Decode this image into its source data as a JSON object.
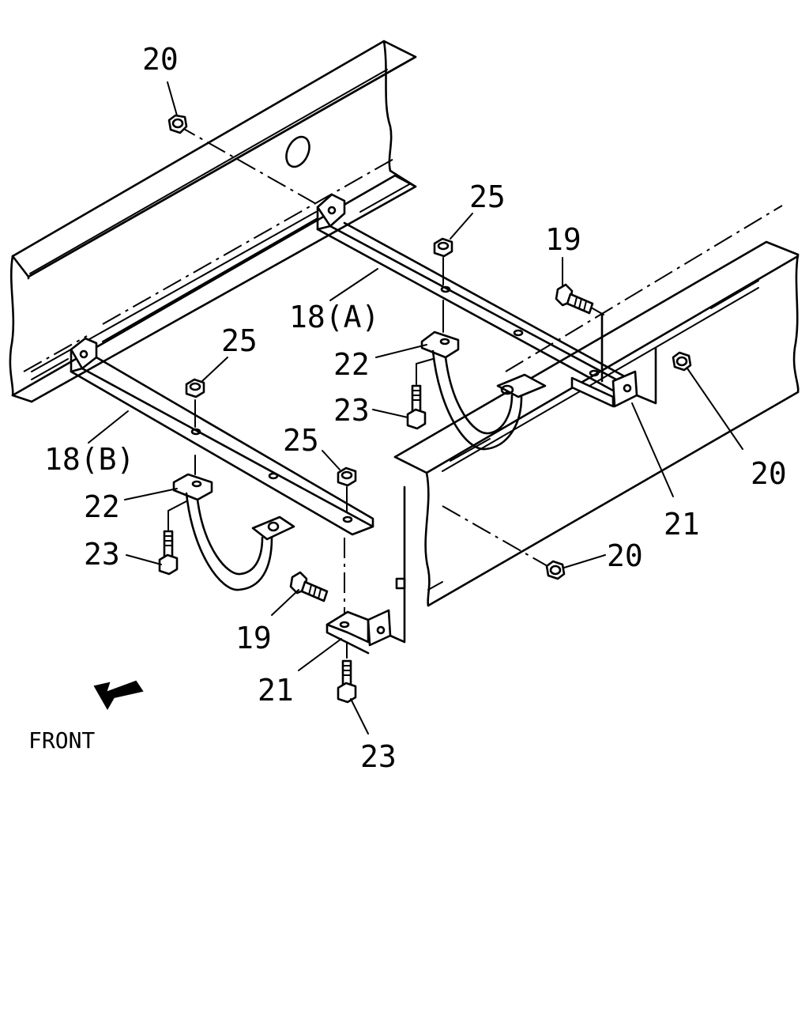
{
  "labels": {
    "p20_top": "20",
    "p25_a": "25",
    "p19_a": "19",
    "p18a": "18(A)",
    "p22_a": "22",
    "p23_a": "23",
    "p20_right": "20",
    "p21_a": "21",
    "p25_b": "25",
    "p18b": "18(B)",
    "p25_c": "25",
    "p22_b": "22",
    "p23_b": "23",
    "p20_mid": "20",
    "p19_b": "19",
    "p21_b": "21",
    "p23_c": "23"
  },
  "front_text": "FRONT",
  "colors": {
    "ink": "#000000",
    "paper": "#ffffff"
  }
}
